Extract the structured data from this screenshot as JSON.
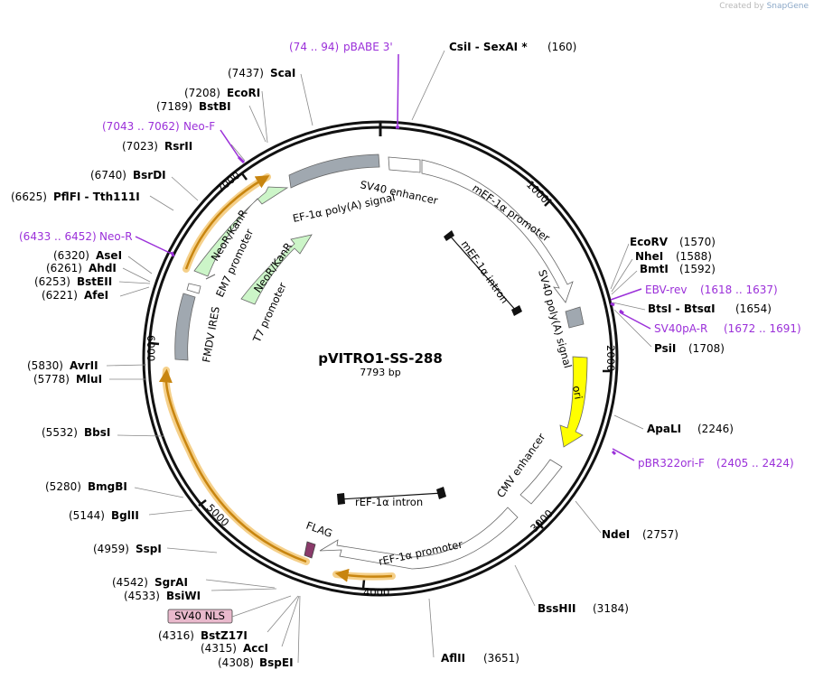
{
  "watermark": {
    "prefix": "Created by",
    "brand": "SnapGene"
  },
  "plasmid": {
    "name": "pVITRO1-SS-288",
    "length_label": "7793 bp",
    "length": 7793
  },
  "ticks": [
    {
      "pos": 1000,
      "label": "1000"
    },
    {
      "pos": 2000,
      "label": "2000"
    },
    {
      "pos": 3000,
      "label": "3000"
    },
    {
      "pos": 4000,
      "label": "4000"
    },
    {
      "pos": 5000,
      "label": "5000"
    },
    {
      "pos": 6000,
      "label": "6000"
    },
    {
      "pos": 7000,
      "label": "7000"
    }
  ],
  "sites": [
    {
      "name": "CsiI  -  SexAI *",
      "pos": "(160)"
    },
    {
      "name": "EcoRV",
      "pos": "(1570)"
    },
    {
      "name": "NheI",
      "pos": "(1588)"
    },
    {
      "name": "BmtI",
      "pos": "(1592)"
    },
    {
      "name": "BtsI  -  BtsαI",
      "pos": "(1654)"
    },
    {
      "name": "PsiI",
      "pos": "(1708)"
    },
    {
      "name": "ApaLI",
      "pos": "(2246)"
    },
    {
      "name": "NdeI",
      "pos": "(2757)"
    },
    {
      "name": "BssHII",
      "pos": "(3184)"
    },
    {
      "name": "AflII",
      "pos": "(3651)"
    },
    {
      "name": "BspEI",
      "pos": "(4308)"
    },
    {
      "name": "AccI",
      "pos": "(4315)"
    },
    {
      "name": "BstZ17I",
      "pos": "(4316)"
    },
    {
      "name": "BsiWI",
      "pos": "(4533)"
    },
    {
      "name": "SgrAI",
      "pos": "(4542)"
    },
    {
      "name": "SspI",
      "pos": "(4959)"
    },
    {
      "name": "BglII",
      "pos": "(5144)"
    },
    {
      "name": "BmgBI",
      "pos": "(5280)"
    },
    {
      "name": "BbsI",
      "pos": "(5532)"
    },
    {
      "name": "MluI",
      "pos": "(5778)"
    },
    {
      "name": "AvrII",
      "pos": "(5830)"
    },
    {
      "name": "AfeI",
      "pos": "(6221)"
    },
    {
      "name": "BstEII",
      "pos": "(6253)"
    },
    {
      "name": "AhdI",
      "pos": "(6261)"
    },
    {
      "name": "AseI",
      "pos": "(6320)"
    },
    {
      "name": "PflFI  -  Tth111I",
      "pos": "(6625)"
    },
    {
      "name": "BsrDI",
      "pos": "(6740)"
    },
    {
      "name": "RsrII",
      "pos": "(7023)"
    },
    {
      "name": "BstBI",
      "pos": "(7189)"
    },
    {
      "name": "EcoRI",
      "pos": "(7208)"
    },
    {
      "name": "ScaI",
      "pos": "(7437)"
    }
  ],
  "primers": [
    {
      "name": "pBABE 3'",
      "range": "(74 .. 94)"
    },
    {
      "name": "EBV-rev",
      "range": "(1618 .. 1637)"
    },
    {
      "name": "SV40pA-R",
      "range": "(1672 .. 1691)"
    },
    {
      "name": "pBR322ori-F",
      "range": "(2405 .. 2424)"
    },
    {
      "name": "Neo-R",
      "range": "(6433 .. 6452)"
    },
    {
      "name": "Neo-F",
      "range": "(7043 .. 7062)"
    }
  ],
  "features": {
    "sv40_enhancer": "SV40 enhancer",
    "mef1a_promoter": "mEF-1α promoter",
    "mef1a_intron": "mEF-1α intron",
    "sv40_polya": "SV40 poly(A) signal",
    "ori": "ori",
    "cmv_enhancer": "CMV enhancer",
    "ref1a_intron": "rEF-1α intron",
    "ref1a_promoter": "rEF-1α promoter",
    "flag": "FLAG",
    "sv40_nls": "SV40 NLS",
    "fmdv_ires": "FMDV IRES",
    "em7_promoter": "EM7 promoter",
    "neo_kan_1": "NeoR/KanR",
    "neo_kan_2": "NeoR/KanR",
    "t7_promoter": "T7 promoter",
    "ef1a_polya": "EF-1α poly(A) signal"
  },
  "colors": {
    "backbone": "#111111",
    "primer": "#9b30d9",
    "ori": "#ffff00",
    "neo": "#ccf5c8",
    "gray_feature": "#a0a8b0",
    "orf_highlight": "#f5d08a",
    "orf_arrow": "#c8850f",
    "flag": "#8a3a6a",
    "nls_fill": "#e9b9cc"
  }
}
